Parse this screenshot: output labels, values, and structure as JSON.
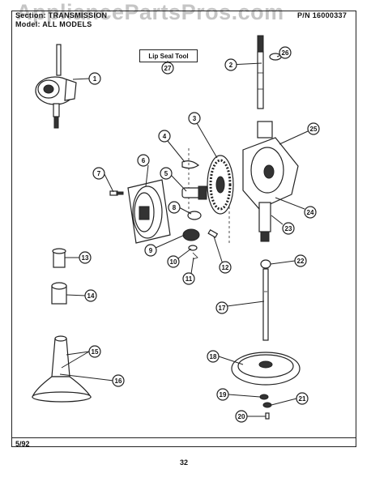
{
  "header": {
    "section_label": "Section: TRANSMISSION",
    "model_label": "Model: ALL MODELS",
    "part_number": "P/N 16000337"
  },
  "watermark": "AppliancePartsPros.com",
  "tool_label": "Lip Seal Tool",
  "callouts": [
    "1",
    "2",
    "3",
    "4",
    "5",
    "6",
    "7",
    "8",
    "9",
    "10",
    "11",
    "12",
    "13",
    "14",
    "15",
    "16",
    "17",
    "18",
    "19",
    "20",
    "21",
    "22",
    "23",
    "24",
    "25",
    "26",
    "27"
  ],
  "footer": {
    "date": "5/92",
    "page": "32"
  }
}
